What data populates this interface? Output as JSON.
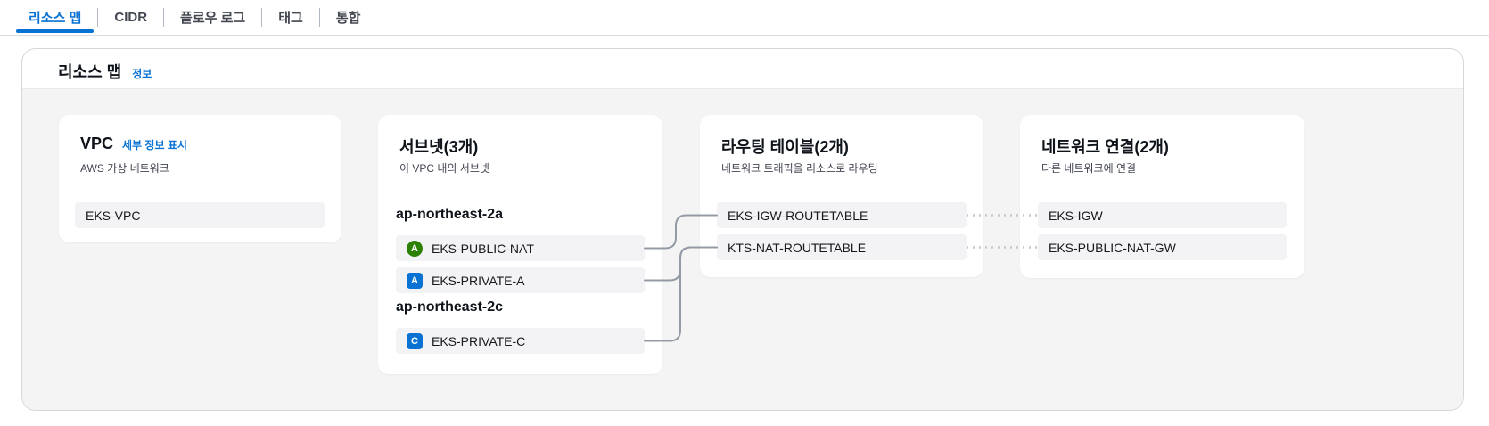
{
  "tabs": [
    {
      "label": "리소스 맵",
      "active": true
    },
    {
      "label": "CIDR",
      "active": false
    },
    {
      "label": "플로우 로그",
      "active": false
    },
    {
      "label": "태그",
      "active": false
    },
    {
      "label": "통합",
      "active": false
    }
  ],
  "panel": {
    "title": "리소스 맵",
    "info_link": "정보"
  },
  "vpc_card": {
    "title": "VPC",
    "details_link": "세부 정보 표시",
    "subtitle": "AWS 가상 네트워크",
    "item": "EKS-VPC"
  },
  "subnet_card": {
    "title": "서브넷(3개)",
    "subtitle": "이 VPC 내의 서브넷",
    "groups": [
      {
        "name": "ap-northeast-2a",
        "items": [
          {
            "label": "EKS-PUBLIC-NAT",
            "icon_letter": "A",
            "icon_shape": "circle",
            "icon_color": "#2a8104"
          },
          {
            "label": "EKS-PRIVATE-A",
            "icon_letter": "A",
            "icon_shape": "square",
            "icon_color": "#0972d3"
          }
        ]
      },
      {
        "name": "ap-northeast-2c",
        "items": [
          {
            "label": "EKS-PRIVATE-C",
            "icon_letter": "C",
            "icon_shape": "square",
            "icon_color": "#0972d3"
          }
        ]
      }
    ]
  },
  "route_table_card": {
    "title": "라우팅 테이블(2개)",
    "subtitle": "네트워크 트래픽을 리소스로 라우팅",
    "items": [
      "EKS-IGW-ROUTETABLE",
      "KTS-NAT-ROUTETABLE"
    ]
  },
  "network_card": {
    "title": "네트워크 연결(2개)",
    "subtitle": "다른 네트워크에 연결",
    "items": [
      "EKS-IGW",
      "EKS-PUBLIC-NAT-GW"
    ]
  },
  "connections": [
    {
      "from": "EKS-PUBLIC-NAT",
      "to": "EKS-IGW-ROUTETABLE",
      "style": "solid"
    },
    {
      "from": "EKS-PRIVATE-A",
      "to": "KTS-NAT-ROUTETABLE",
      "style": "solid"
    },
    {
      "from": "EKS-PRIVATE-C",
      "to": "KTS-NAT-ROUTETABLE",
      "style": "solid"
    },
    {
      "from": "EKS-IGW-ROUTETABLE",
      "to": "EKS-IGW",
      "style": "dotted"
    },
    {
      "from": "KTS-NAT-ROUTETABLE",
      "to": "EKS-PUBLIC-NAT-GW",
      "style": "dotted"
    }
  ],
  "colors": {
    "accent_blue": "#0972d3",
    "subnet_public_green": "#2a8104",
    "subnet_private_blue": "#0972d3",
    "solid_connector": "#949ba5",
    "dotted_connector": "#c3c8cf",
    "canvas_bg": "#f4f4f5"
  }
}
